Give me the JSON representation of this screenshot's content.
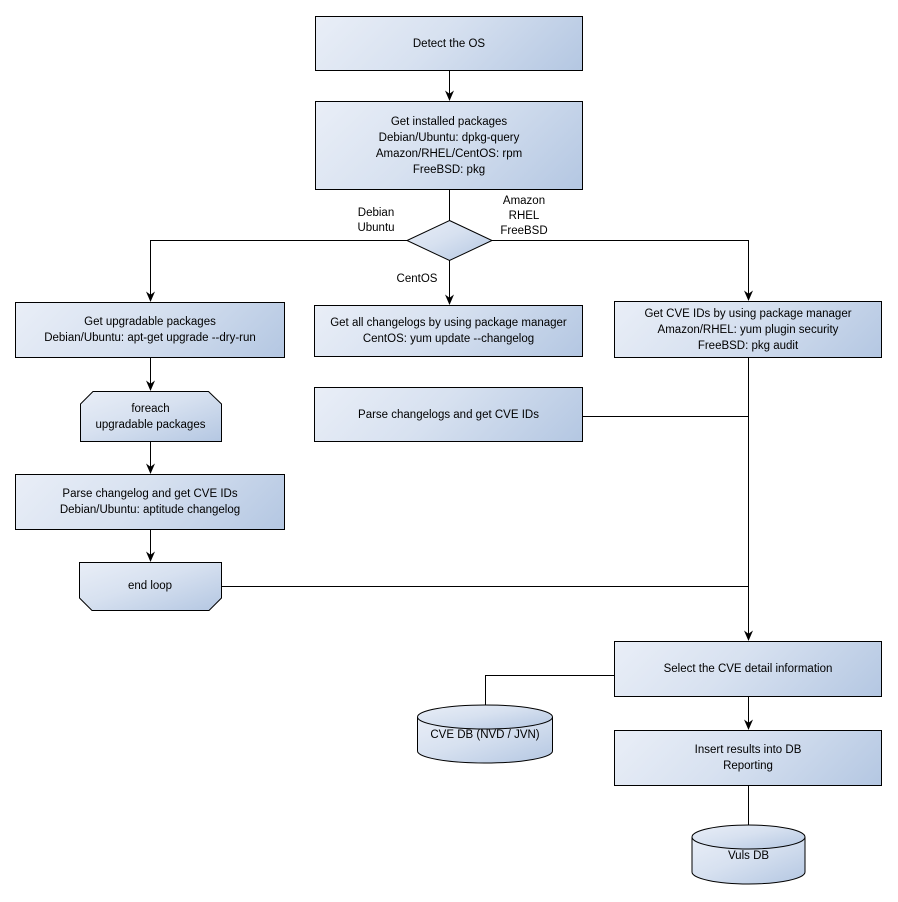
{
  "nodes": {
    "detect_os": {
      "lines": [
        "Detect the OS"
      ]
    },
    "get_installed_packages": {
      "lines": [
        "Get installed packages",
        "Debian/Ubuntu: dpkg-query",
        "Amazon/RHEL/CentOS: rpm",
        "FreeBSD: pkg"
      ]
    },
    "get_upgradable_packages": {
      "lines": [
        "Get upgradable packages",
        "Debian/Ubuntu: apt-get upgrade --dry-run"
      ]
    },
    "foreach_loop": {
      "lines": [
        "foreach",
        "upgradable  packages"
      ]
    },
    "parse_changelog_left": {
      "lines": [
        "Parse changelog and get  CVE IDs",
        "Debian/Ubuntu: aptitude changelog"
      ]
    },
    "end_loop": {
      "lines": [
        "end loop"
      ]
    },
    "get_all_changelogs": {
      "lines": [
        "Get all changelogs by using package manager",
        "CentOS: yum update --changelog"
      ]
    },
    "parse_changelogs_mid": {
      "lines": [
        "Parse changelogs and get CVE IDs"
      ]
    },
    "get_cve_ids": {
      "lines": [
        "Get CVE IDs by using package manager",
        "Amazon/RHEL: yum plugin security",
        "FreeBSD: pkg audit"
      ]
    },
    "select_cve_detail": {
      "lines": [
        "Select the CVE detail information"
      ]
    },
    "insert_results": {
      "lines": [
        "Insert results into DB",
        "Reporting"
      ]
    },
    "cve_db": {
      "label": "CVE DB (NVD / JVN)"
    },
    "vuls_db": {
      "label": "Vuls DB"
    }
  },
  "edge_labels": {
    "debian_ubuntu": {
      "lines": [
        "Debian",
        "Ubuntu"
      ]
    },
    "amazon_rhel_freebsd": {
      "lines": [
        "Amazon",
        "RHEL",
        "FreeBSD"
      ]
    },
    "centos": "CentOS"
  },
  "colors": {
    "node_fill_light": "#e9eef7",
    "node_fill_dark": "#b4c7e2",
    "border": "#000000",
    "background": "#ffffff"
  }
}
